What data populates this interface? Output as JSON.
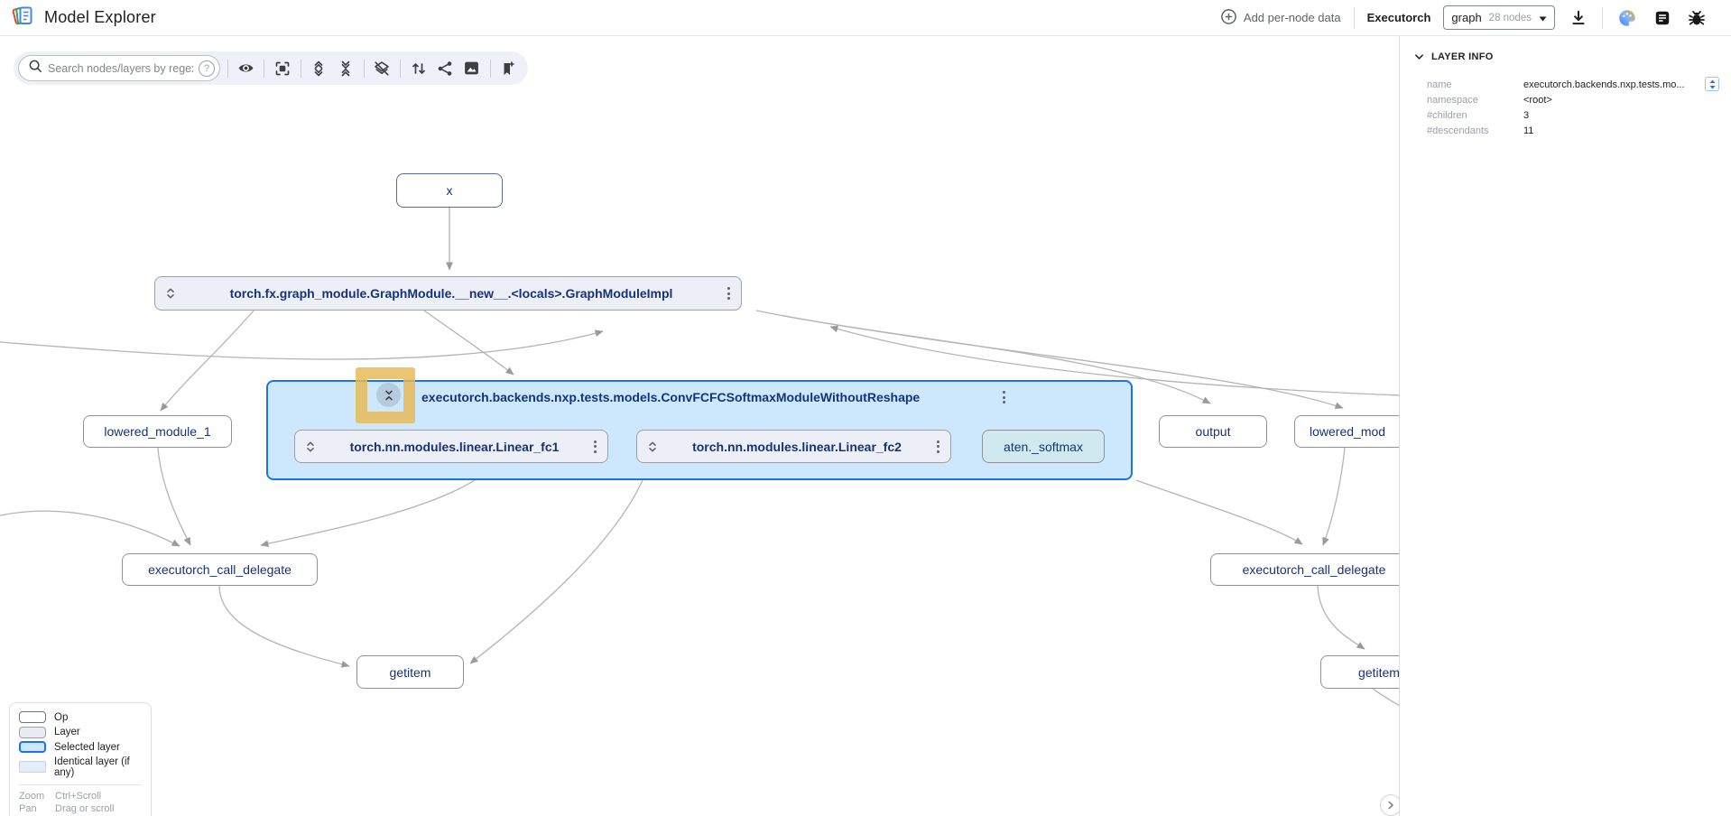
{
  "header": {
    "app_title": "Model Explorer",
    "add_per_node_data": "Add per-node data",
    "model_name": "Executorch",
    "graph_selector": {
      "selected": "graph",
      "node_count": "28 nodes"
    }
  },
  "toolbar": {
    "search_placeholder": "Search nodes/layers by regex",
    "help": "?"
  },
  "graph": {
    "nodes": {
      "x": "x",
      "graph_module": "torch.fx.graph_module.GraphModule.__new__.<locals>.GraphModuleImpl",
      "selected_layer": "executorch.backends.nxp.tests.models.ConvFCFCSoftmaxModuleWithoutReshape",
      "linear_fc1": "torch.nn.modules.linear.Linear_fc1",
      "linear_fc2": "torch.nn.modules.linear.Linear_fc2",
      "softmax": "aten._softmax",
      "lowered_module_1": "lowered_module_1",
      "output": "output",
      "lowered_module_2_clipped": "lowered_mod",
      "call_delegate_left": "executorch_call_delegate",
      "call_delegate_right": "executorch_call_delegate",
      "getitem_left": "getitem",
      "getitem_right": "getitem"
    }
  },
  "legend": {
    "items": [
      {
        "label": "Op"
      },
      {
        "label": "Layer"
      },
      {
        "label": "Selected layer"
      },
      {
        "label": "Identical layer (if any)"
      }
    ],
    "shortcuts": [
      {
        "action": "Zoom",
        "keys": "Ctrl+Scroll"
      },
      {
        "action": "Pan",
        "keys": "Drag or scroll"
      }
    ]
  },
  "layer_info": {
    "title": "LAYER INFO",
    "rows": [
      {
        "label": "name",
        "value": "executorch.backends.nxp.tests.mo..."
      },
      {
        "label": "namespace",
        "value": "<root>"
      },
      {
        "label": "#children",
        "value": "3"
      },
      {
        "label": "#descendants",
        "value": "11"
      }
    ]
  },
  "colors": {
    "accent_blue": "#1a73e8",
    "selected_layer_fill": "#cde7fc",
    "layer_fill": "#edeff7",
    "softmax_fill": "#cfe9ef",
    "identical_layer_fill": "#e4eefb",
    "highlight_yellow": "#e7b850",
    "edge_gray": "#b4b4b4",
    "node_text_navy": "#15337a"
  }
}
